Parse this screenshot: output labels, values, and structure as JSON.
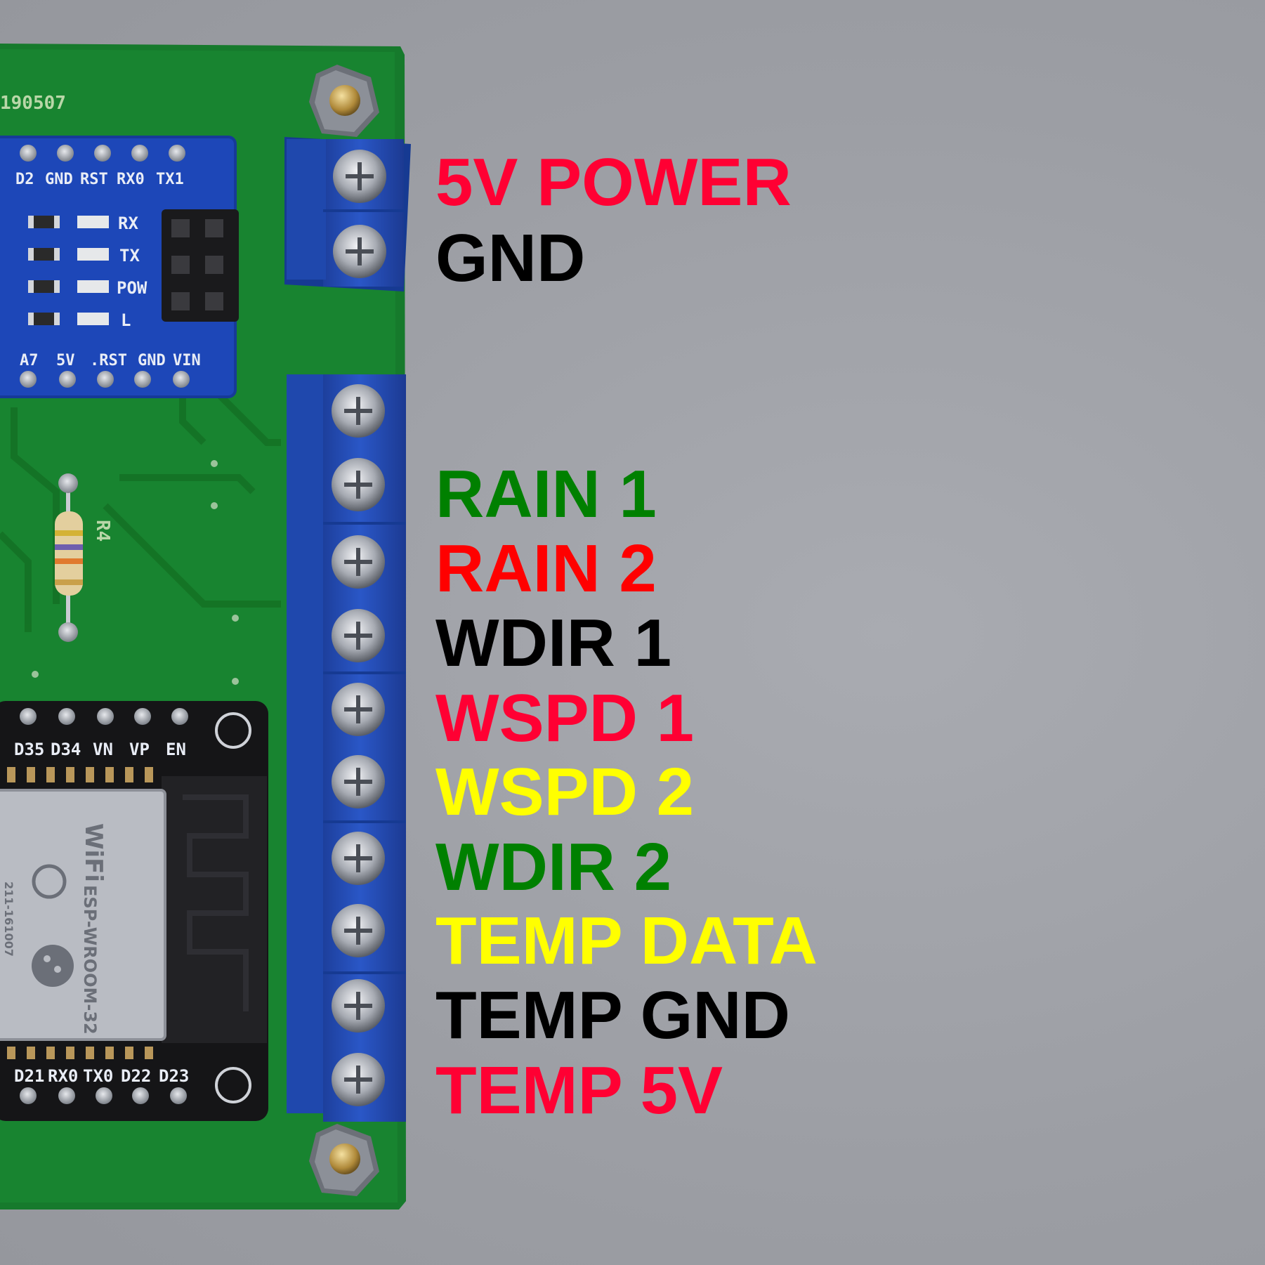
{
  "board": {
    "date_code": "190507",
    "nano_top_pins": [
      "D2",
      "GND",
      "RST",
      "RX0",
      "TX1"
    ],
    "nano_leds": [
      "RX",
      "TX",
      "POW",
      "L"
    ],
    "nano_bottom_pins": [
      "A7",
      "5V",
      ".RST",
      "GND",
      "VIN"
    ],
    "resistor_ref": "R4",
    "esp_top_pins": [
      "D35",
      "D34",
      "VN",
      "VP",
      "EN"
    ],
    "esp_bottom_pins": [
      "D21",
      "RX0",
      "TX0",
      "D22",
      "D23"
    ],
    "esp_module_label": "ESP-WROOM-32",
    "esp_wifi_label": "WiFi",
    "esp_cert_code": "211-161007"
  },
  "labels": [
    {
      "text": "5V POWER",
      "color": "#ff0033"
    },
    {
      "text": "GND",
      "color": "#000000"
    },
    {
      "text": "RAIN 1",
      "color": "#008000"
    },
    {
      "text": "RAIN 2",
      "color": "#ff0000"
    },
    {
      "text": "WDIR 1",
      "color": "#000000"
    },
    {
      "text": "WSPD 1",
      "color": "#ff0033"
    },
    {
      "text": "WSPD 2",
      "color": "#ffff00"
    },
    {
      "text": "WDIR 2",
      "color": "#008000"
    },
    {
      "text": "TEMP DATA",
      "color": "#ffff00"
    },
    {
      "text": "TEMP GND",
      "color": "#000000"
    },
    {
      "text": "TEMP 5V",
      "color": "#ff0033"
    }
  ]
}
